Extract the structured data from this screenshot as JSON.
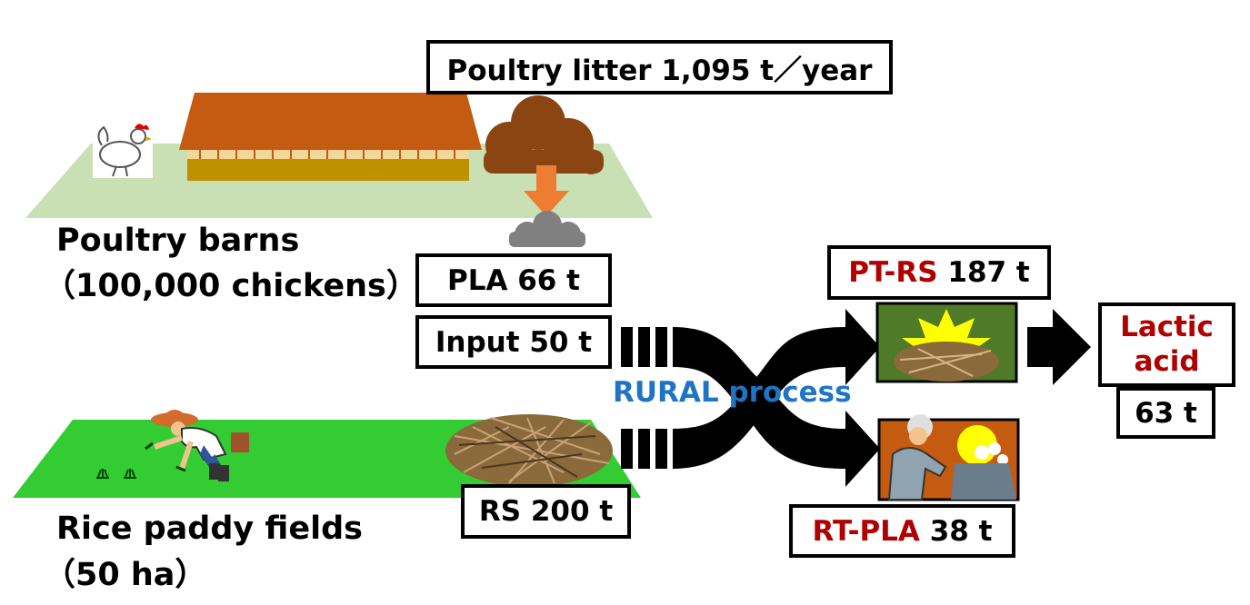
{
  "litter_box": "Poultry litter 1,095 t／year",
  "barn_label_line1": "Poultry barns",
  "barn_label_line2": "（100,000 chickens）",
  "pla_box": "PLA 66 t",
  "input_box": "Input 50 t",
  "process_label": "RURAL process",
  "ptrs_name": "PT-RS",
  "ptrs_value": " 187 t",
  "rtpla_name": "RT-PLA",
  "rtpla_value": " 38 t",
  "lactic_line1": "Lactic",
  "lactic_line2": "acid",
  "lactic_value": "63 t",
  "rs_box": "RS 200 t",
  "field_label_line1": "Rice paddy fields",
  "field_label_line2": "（50 ha）",
  "colors": {
    "barn_ground": "#c8e0b4",
    "field_ground": "#33cc33",
    "barn_roof": "#c55a11",
    "barn_wall": "#bf9000",
    "litter": "#8b4513",
    "arrow_orange": "#ed7d31",
    "process_text": "#1f74c4",
    "red_label": "#b00000"
  },
  "icons": [
    "chicken-icon",
    "farmer-icon",
    "rice-straw-icon",
    "litter-pile-icon",
    "ash-pile-icon",
    "straw-burst-icon",
    "worker-icon"
  ]
}
